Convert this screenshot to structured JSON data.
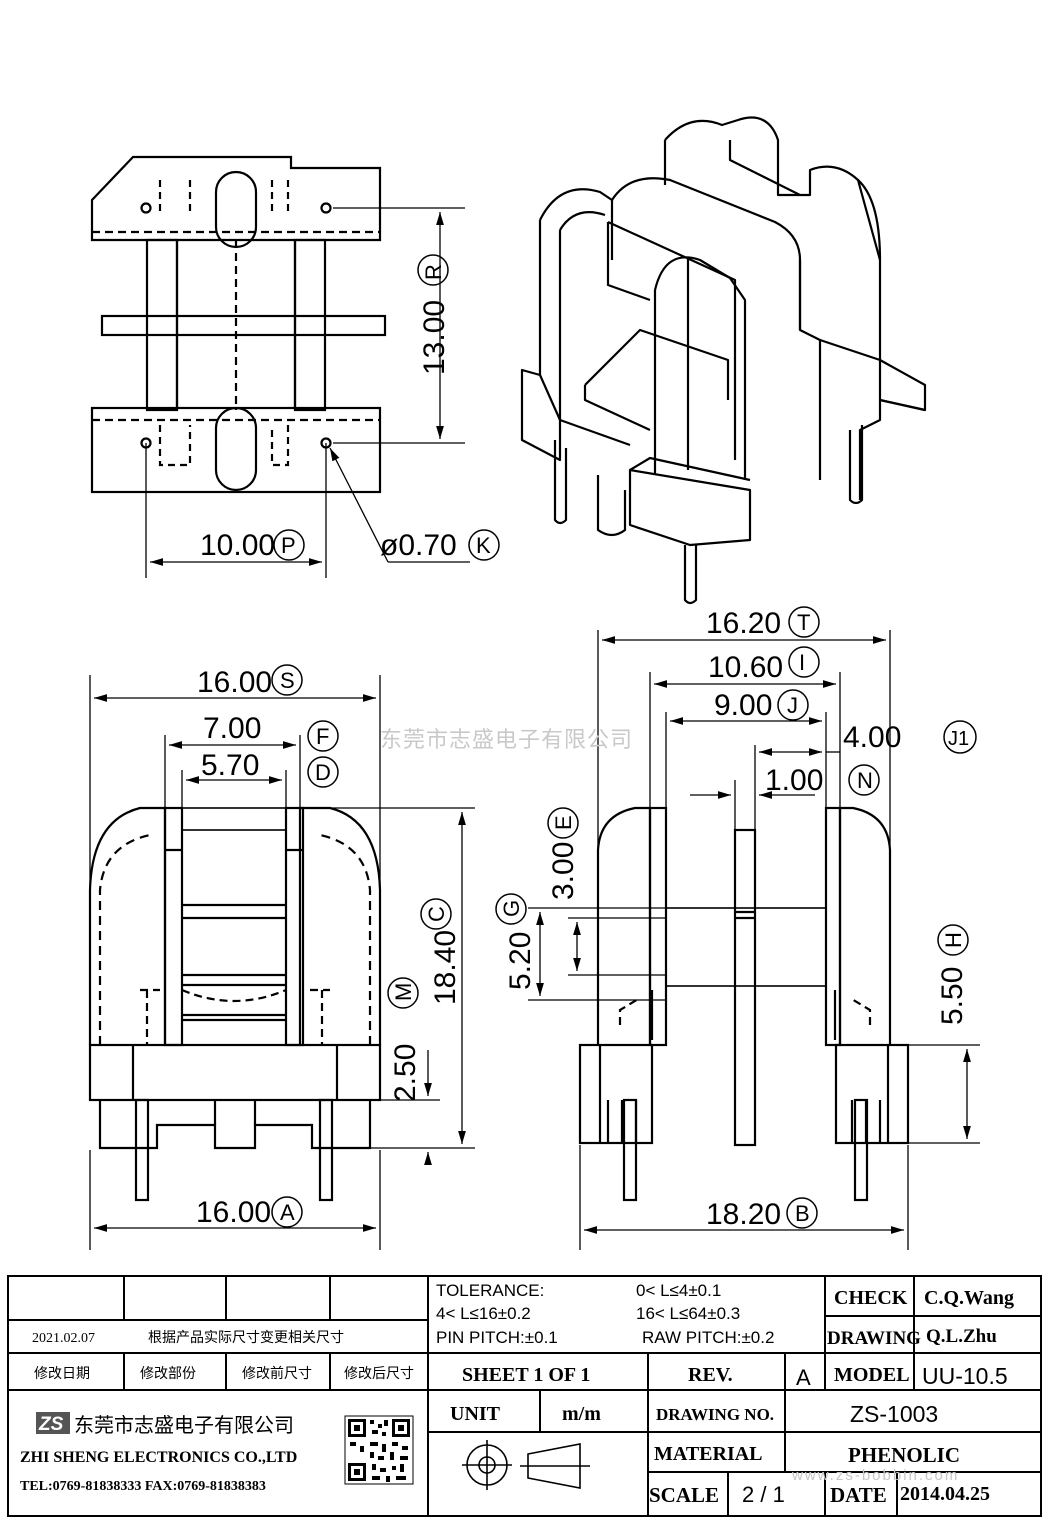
{
  "drawing": {
    "dims": {
      "r": {
        "value": "13.00",
        "tag": "R"
      },
      "p": {
        "value": "10.00",
        "tag": "P"
      },
      "k": {
        "value": "ø0.70",
        "tag": "K"
      },
      "s": {
        "value": "16.00",
        "tag": "S"
      },
      "f": {
        "value": "7.00",
        "tag": "F"
      },
      "d": {
        "value": "5.70",
        "tag": "D"
      },
      "c": {
        "value": "18.40",
        "tag": "C"
      },
      "m": {
        "value": "2.50",
        "tag": "M"
      },
      "a": {
        "value": "16.00",
        "tag": "A"
      },
      "t": {
        "value": "16.20",
        "tag": "T"
      },
      "i": {
        "value": "10.60",
        "tag": "I"
      },
      "j": {
        "value": "9.00",
        "tag": "J"
      },
      "j1": {
        "value": "4.00",
        "tag": "J1"
      },
      "one": {
        "value": "1.00"
      },
      "n": {
        "tag": "N"
      },
      "e": {
        "value": "3.00",
        "tag": "E"
      },
      "g": {
        "value": "5.20",
        "tag": "G"
      },
      "h": {
        "value": "5.50",
        "tag": "H"
      },
      "b": {
        "value": "18.20",
        "tag": "B"
      }
    },
    "watermark": "东莞市志盛电子有限公司"
  },
  "title_block": {
    "revision_date": "2021.02.07",
    "revision_note": "根据产品实际尺寸变更相关尺寸",
    "headers": [
      "修改日期",
      "修改部份",
      "修改前尺寸",
      "修改后尺寸"
    ],
    "tolerance": {
      "label": "TOLERANCE:",
      "row1_left": "4< L≤16±0.2",
      "row1_right": "0< L≤4±0.1",
      "row2_right": "16< L≤64±0.3",
      "pin_pitch": "PIN PITCH:±0.1",
      "raw_pitch": "RAW PITCH:±0.2"
    },
    "check_label": "CHECK",
    "check_value": "C.Q.Wang",
    "drawing_label": "DRAWING",
    "drawing_value": "Q.L.Zhu",
    "sheet": "SHEET 1 OF 1",
    "rev_label": "REV.",
    "rev_value": "A",
    "model_label": "MODEL",
    "model_value": "UU-10.5",
    "unit_label": "UNIT",
    "unit_value": "m/m",
    "drawing_no_label": "DRAWING NO.",
    "drawing_no_value": "ZS-1003",
    "material_label": "MATERIAL",
    "material_value": "PHENOLIC",
    "scale_label": "SCALE",
    "scale_value": "2 / 1",
    "date_label": "DATE",
    "date_value": "2014.04.25",
    "company_cn": "东莞市志盛电子有限公司",
    "company_en": "ZHI SHENG ELECTRONICS CO.,LTD",
    "contact": "TEL:0769-81838333 FAX:0769-81838383",
    "logo_text": "ZS",
    "website": "www.zs-bobbin.com"
  }
}
